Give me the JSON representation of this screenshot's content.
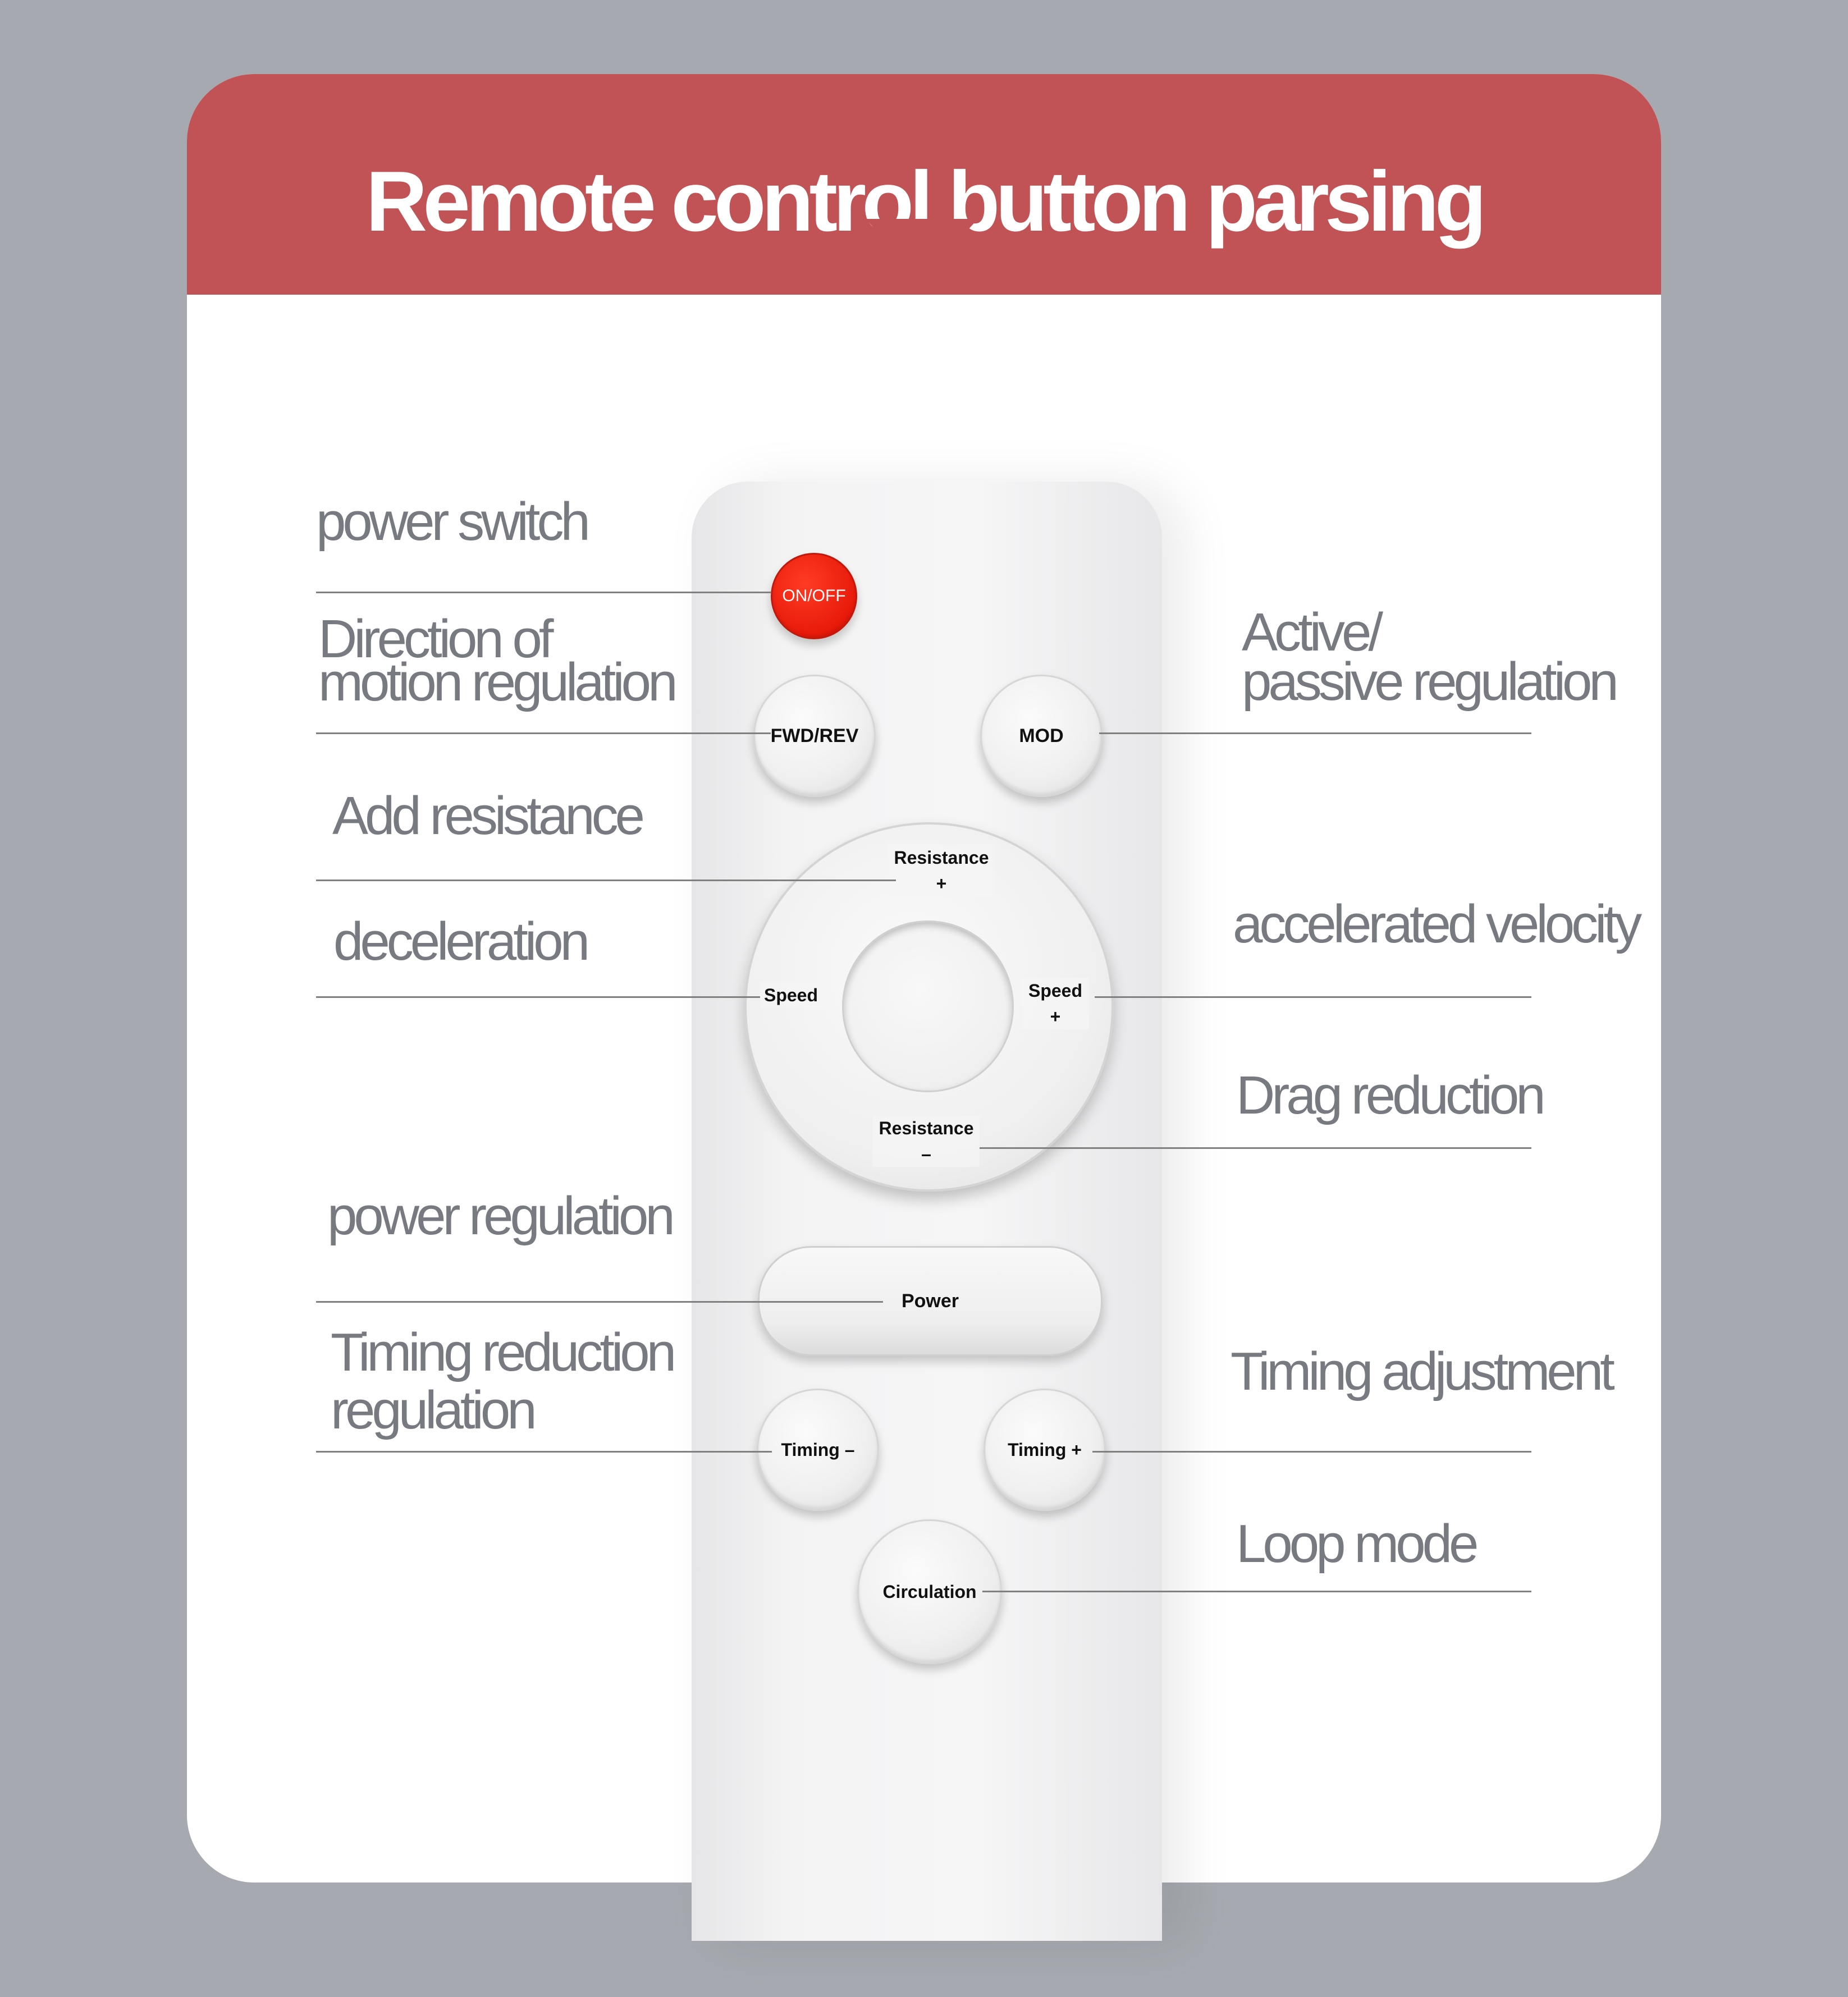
{
  "header": {
    "title": "Remote control button parsing"
  },
  "buttons": {
    "on_off": "ON/OFF",
    "fwd_rev": "FWD/REV",
    "mod": "MOD",
    "resistance_plus": "Resistance",
    "resistance_plus_sign": "+",
    "speed_minus": "Speed",
    "speed_plus": "Speed",
    "speed_plus_sign": "+",
    "resistance_minus": "Resistance",
    "resistance_minus_sign": "–",
    "power": "Power",
    "timing_minus": "Timing –",
    "timing_plus": "Timing +",
    "circulation": "Circulation"
  },
  "labels": {
    "power_switch": "power switch",
    "direction_line1": "Direction of",
    "direction_line2": "motion regulation",
    "active_line1": "Active/",
    "active_line2": "passive regulation",
    "add_resistance": "Add resistance",
    "deceleration": "deceleration",
    "accelerated_velocity": "accelerated velocity",
    "drag_reduction": "Drag reduction",
    "power_regulation": "power regulation",
    "timing_reduction_line1": "Timing reduction",
    "timing_reduction_line2": "regulation",
    "timing_adjustment": "Timing adjustment",
    "loop_mode": "Loop mode"
  },
  "colors": {
    "header": "#c15356",
    "background": "#a6a9af",
    "on_off_button": "#e81a0a",
    "label_text": "#777a80"
  }
}
